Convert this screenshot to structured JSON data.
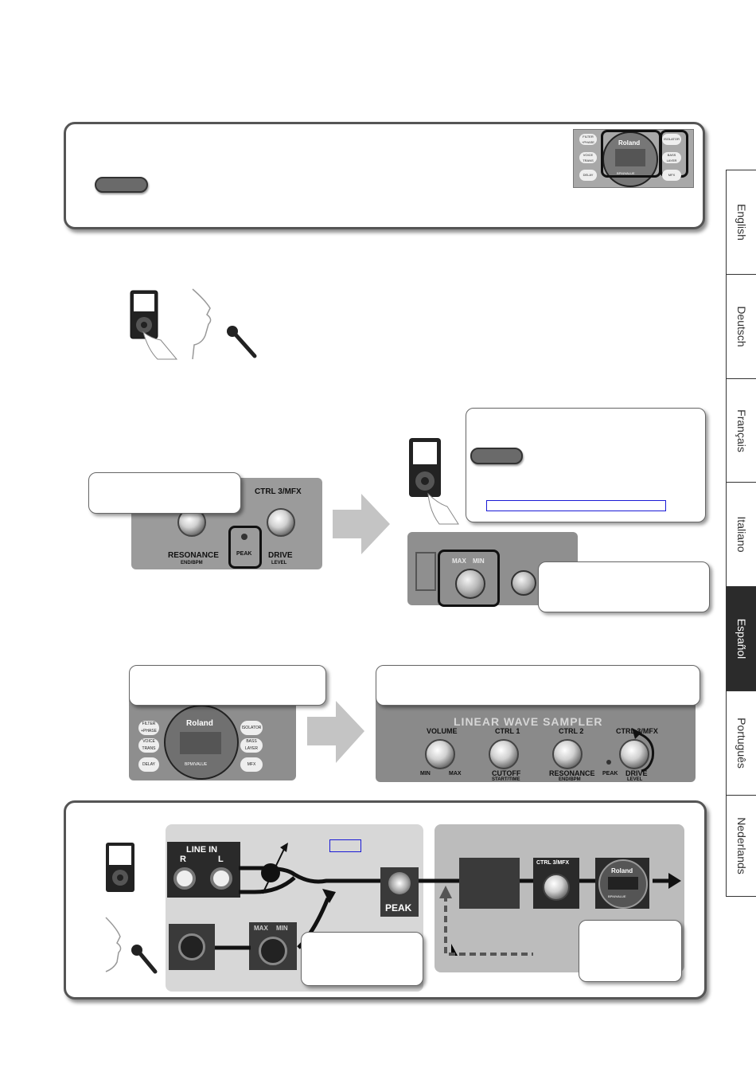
{
  "tabs": [
    {
      "label": "English",
      "active": false
    },
    {
      "label": "Deutsch",
      "active": false
    },
    {
      "label": "Français",
      "active": false
    },
    {
      "label": "Italiano",
      "active": false
    },
    {
      "label": "Español",
      "active": true
    },
    {
      "label": "Português",
      "active": false
    },
    {
      "label": "Nederlands",
      "active": false
    }
  ],
  "panel_labels": {
    "roland": "Roland",
    "filter_phase": "FILTER +PHASE",
    "voice_trans": "VOICE TRANS",
    "delay": "DELAY",
    "isolator": "ISOLATOR",
    "bass_layer": "BASS LAYER",
    "mfx": "MFX",
    "bpm_value": "BPM/VALUE",
    "ctrl3_mfx": "CTRL 3/MFX",
    "resonance": "RESONANCE",
    "end_bpm": "END/BPM",
    "peak": "PEAK",
    "drive": "DRIVE",
    "level": "LEVEL",
    "max": "MAX",
    "min": "MIN",
    "linear_wave_sampler": "LINEAR WAVE SAMPLER",
    "volume": "VOLUME",
    "ctrl1": "CTRL 1",
    "ctrl2": "CTRL 2",
    "cutoff": "CUTOFF",
    "start_time": "START/TIME",
    "line_in": "LINE IN",
    "r": "R",
    "l": "L"
  },
  "colors": {
    "accent_blue": "#1a1ad6",
    "active_tab": "#2b2b2b",
    "panel_gray": "#9b9b9b"
  }
}
